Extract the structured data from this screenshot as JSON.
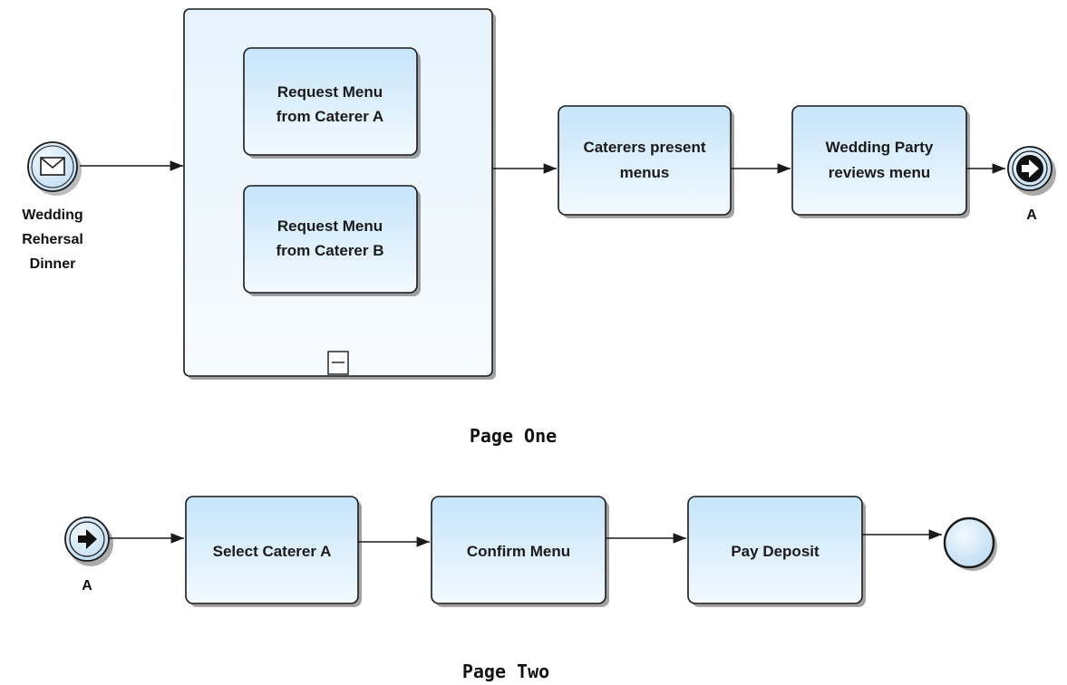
{
  "page_one": {
    "title": "Page One",
    "start_event": {
      "icon": "envelope-icon",
      "label_lines": [
        "Wedding",
        "Rehersal",
        "Dinner"
      ]
    },
    "subprocess": {
      "collapse_marker": "minus-icon",
      "tasks": [
        {
          "lines": [
            "Request Menu",
            "from Caterer A"
          ]
        },
        {
          "lines": [
            "Request Menu",
            "from Caterer B"
          ]
        }
      ]
    },
    "tasks": [
      {
        "lines": [
          "Caterers present",
          "menus"
        ]
      },
      {
        "lines": [
          "Wedding Party",
          "reviews menu"
        ]
      }
    ],
    "link_throw": {
      "icon": "arrow-right-icon",
      "label": "A"
    }
  },
  "page_two": {
    "title": "Page Two",
    "link_catch": {
      "icon": "arrow-right-icon",
      "label": "A"
    },
    "tasks": [
      {
        "lines": [
          "Select Caterer A"
        ]
      },
      {
        "lines": [
          "Confirm Menu"
        ]
      },
      {
        "lines": [
          "Pay Deposit"
        ]
      }
    ],
    "end_event": {
      "icon": "end-circle"
    }
  },
  "colors": {
    "task_fill_top": "#c8e6fa",
    "task_fill_bottom": "#f4fbff",
    "subprocess_fill": "#eef7fd",
    "event_fill": "#d6eaf8",
    "stroke": "#1a1a1a"
  }
}
